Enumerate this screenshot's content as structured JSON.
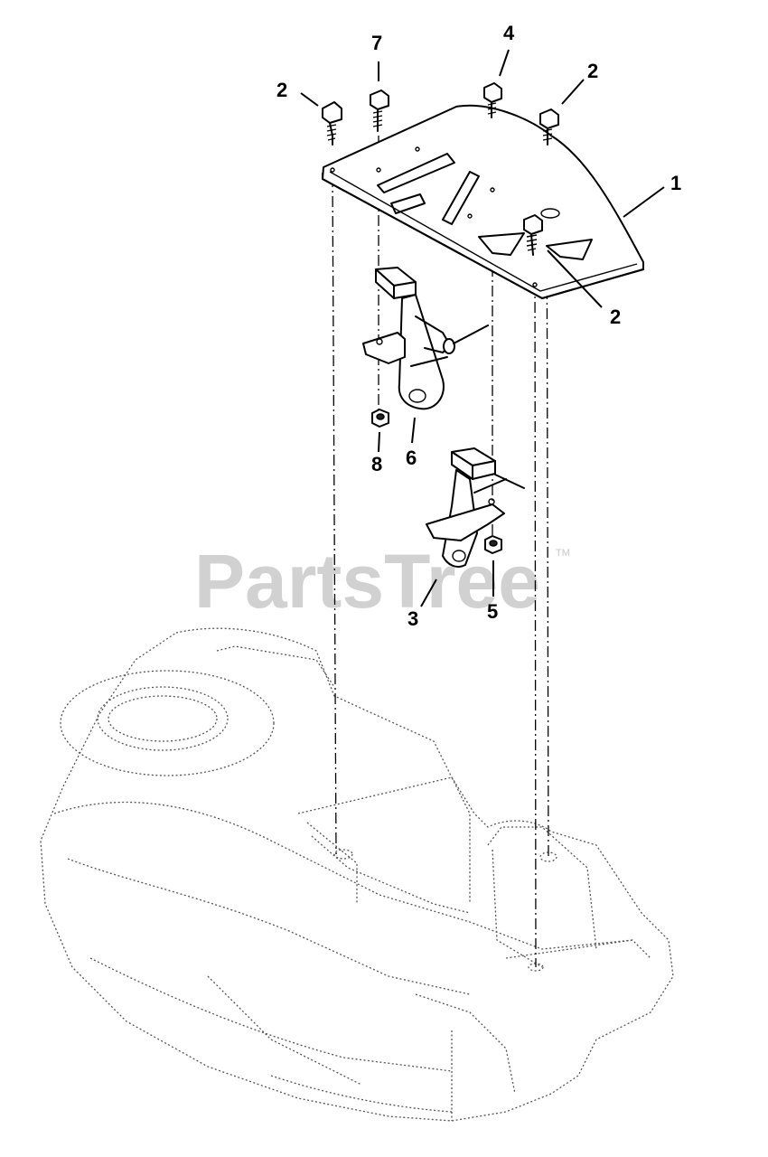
{
  "diagram": {
    "watermark": "PartsTree",
    "watermark_mark": "TM",
    "callouts": [
      {
        "id": "c1",
        "label": "1"
      },
      {
        "id": "c2a",
        "label": "2"
      },
      {
        "id": "c2b",
        "label": "2"
      },
      {
        "id": "c2c",
        "label": "2"
      },
      {
        "id": "c3",
        "label": "3"
      },
      {
        "id": "c4",
        "label": "4"
      },
      {
        "id": "c5",
        "label": "5"
      },
      {
        "id": "c6",
        "label": "6"
      },
      {
        "id": "c7",
        "label": "7"
      },
      {
        "id": "c8",
        "label": "8"
      }
    ]
  }
}
